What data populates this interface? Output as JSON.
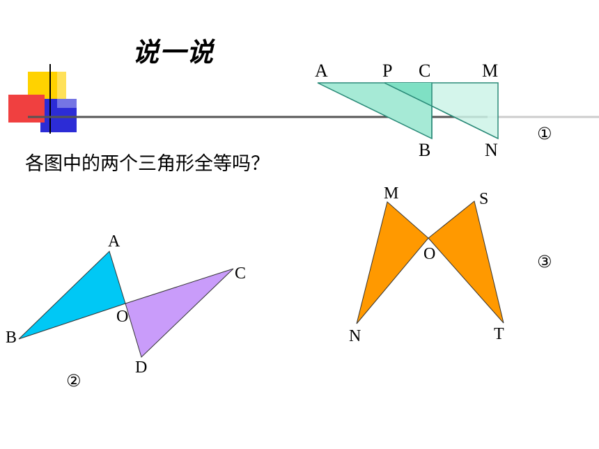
{
  "slide": {
    "title": "说一说",
    "question": "各图中的两个三角形全等吗？"
  },
  "figure1": {
    "number": "①",
    "labels": {
      "A": "A",
      "P": "P",
      "C": "C",
      "M": "M",
      "B": "B",
      "N": "N"
    },
    "colors": {
      "triangle_abc": "#a6ead6",
      "triangle_pmn": "#cdf3e8",
      "overlap": "#7fe0c4",
      "stroke": "#2a8a78"
    }
  },
  "figure2": {
    "number": "②",
    "labels": {
      "A": "A",
      "B": "B",
      "O": "O",
      "C": "C",
      "D": "D"
    },
    "colors": {
      "triangle_aob": "#00c8f5",
      "triangle_cod": "#c99cfa",
      "stroke": "#333333"
    }
  },
  "figure3": {
    "number": "③",
    "labels": {
      "M": "M",
      "S": "S",
      "O": "O",
      "N": "N",
      "T": "T"
    },
    "colors": {
      "fill": "#ff9900",
      "stroke": "#333333"
    }
  }
}
